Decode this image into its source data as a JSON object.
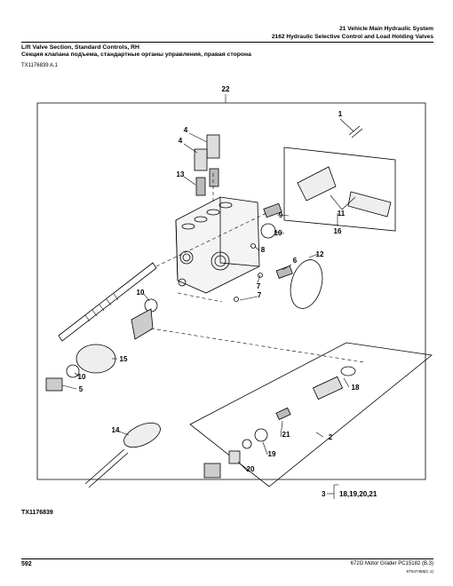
{
  "header": {
    "section": "21 Vehicle Main Hydraulic System",
    "subsection": "2162 Hydraulic Selective Control and Load Holding Valves"
  },
  "title": {
    "en": "Lift Valve Section, Standard Controls, RH",
    "ru": "Секция клапана подъема, стандартные органы управления, правая сторона"
  },
  "figure_ref": "TX1176839 A.1",
  "figure_id": "TX1176839",
  "callouts": [
    "22",
    "1",
    "4",
    "4",
    "13",
    "9",
    "10",
    "16",
    "11",
    "8",
    "6",
    "12",
    "7",
    "7",
    "10",
    "15",
    "10",
    "5",
    "18",
    "21",
    "2",
    "14",
    "19",
    "20"
  ],
  "kit": {
    "number": "3",
    "items": "18,19,20,21"
  },
  "footer": {
    "page": "592",
    "manual": "672G Motor Grader    PC15182   (B.3)",
    "code": "ST647458(C.1)"
  }
}
